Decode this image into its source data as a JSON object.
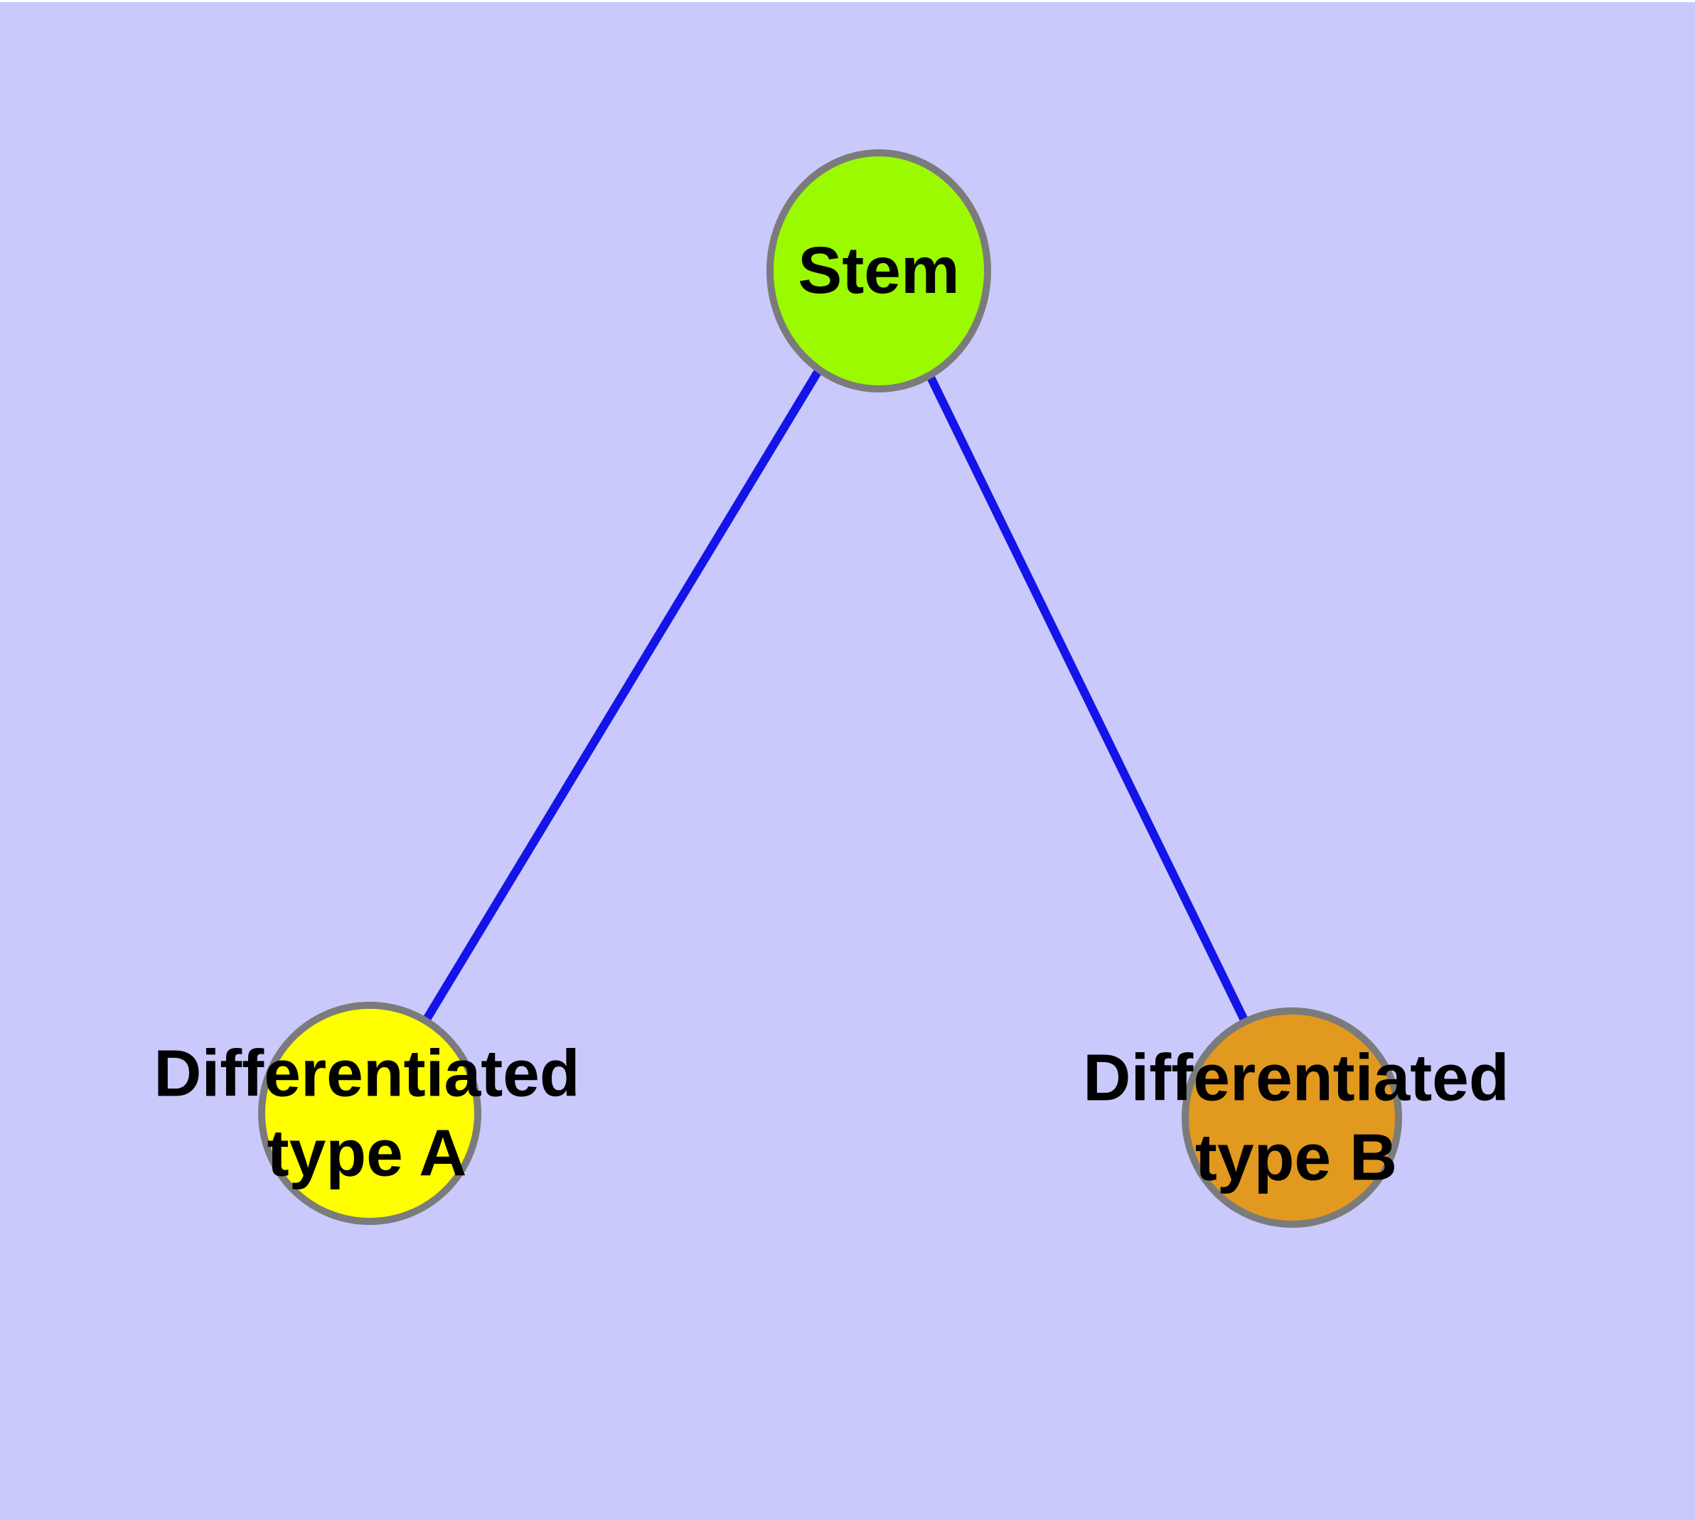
{
  "figure": {
    "type": "node-link-diagram",
    "background_color": "#C9C9FC",
    "node_border_color": "#7B7B7B",
    "label_color": "#000000",
    "nodes": [
      {
        "id": "stem",
        "label": "Stem",
        "color": "#9BFA00"
      },
      {
        "id": "differentiated-type-a",
        "label_line1": "Differentiated",
        "label_line2": "type A",
        "color": "#FFFF00"
      },
      {
        "id": "differentiated-type-b",
        "label_line1": "Differentiated",
        "label_line2": "type B",
        "color": "#E2991F"
      }
    ],
    "edges": [
      {
        "from": "stem",
        "to": "differentiated-type-a",
        "color": "#1414E8"
      },
      {
        "from": "stem",
        "to": "differentiated-type-b",
        "color": "#1414E8"
      }
    ]
  }
}
